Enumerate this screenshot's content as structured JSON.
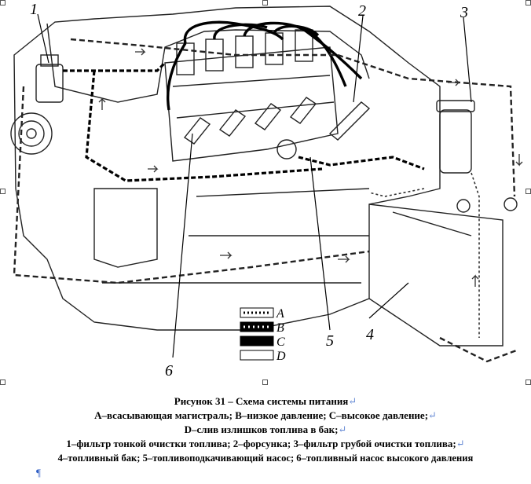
{
  "figure": {
    "callouts": [
      "1",
      "2",
      "3",
      "4",
      "5",
      "6"
    ],
    "legend": [
      "A",
      "B",
      "C",
      "D"
    ]
  },
  "caption": {
    "title": "Рисунок 31 – Схема системы питания",
    "line1": "А–всасывающая магистраль; В–низкое давление; С–высокое давление;",
    "line2": "D–слив излишков топлива в бак;",
    "line3": "1–фильтр тонкой очистки топлива; 2–форсунка; 3–фильтр грубой очистки топлива;",
    "line4": "4–топливный бак; 5–топливоподкачивающий насос; 6–топливный насос высокого давления"
  },
  "editor_marks": {
    "line_break": "↵",
    "paragraph": "¶"
  }
}
